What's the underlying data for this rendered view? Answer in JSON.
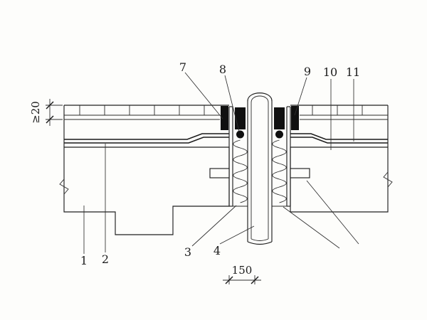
{
  "figure": {
    "callouts": {
      "n1": "1",
      "n2": "2",
      "n3": "3",
      "n4": "4",
      "n7": "7",
      "n8": "8",
      "n9": "9",
      "n10": "10",
      "n11": "11"
    },
    "dimensions": {
      "finish_thickness": "≥20",
      "opening_width": "150"
    }
  }
}
